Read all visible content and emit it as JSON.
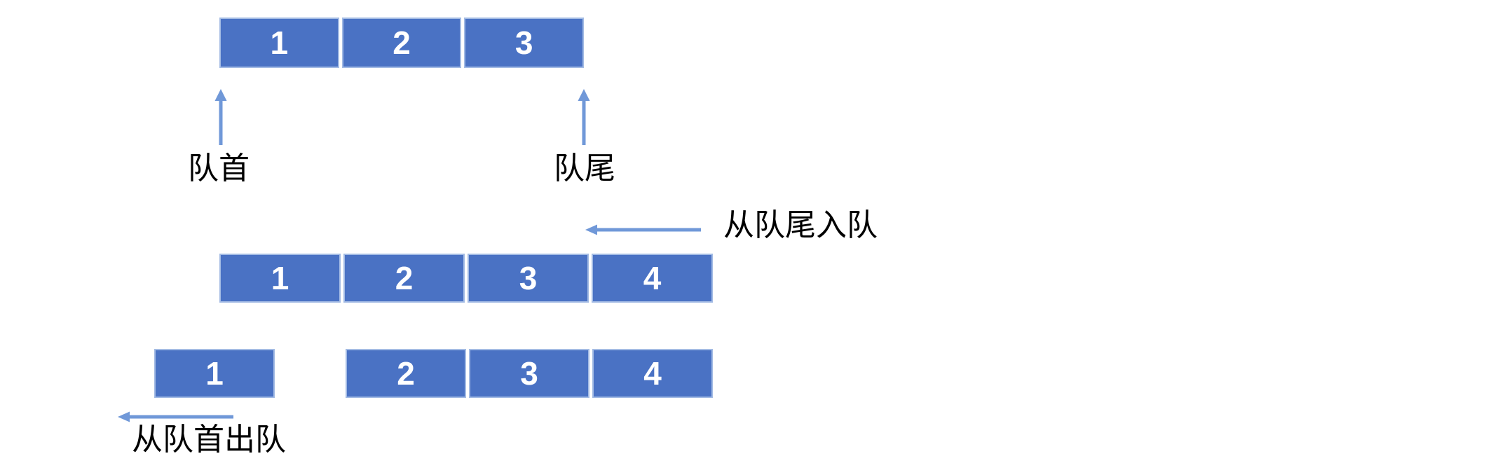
{
  "diagram": {
    "labels": {
      "front": "队首",
      "rear": "队尾",
      "enqueue_from_rear": "从队尾入队",
      "dequeue_from_front": "从队首出队"
    },
    "queues": {
      "initial": {
        "cells": [
          "1",
          "2",
          "3"
        ]
      },
      "after_enqueue": {
        "cells": [
          "1",
          "2",
          "3",
          "4"
        ]
      },
      "dequeued_item": {
        "cells": [
          "1"
        ]
      },
      "after_dequeue": {
        "cells": [
          "2",
          "3",
          "4"
        ]
      }
    },
    "colors": {
      "cell_fill": "#4a72c4",
      "cell_border": "#a3bbe4",
      "cell_text": "#ffffff",
      "arrow": "#7098d8",
      "label_text": "#000000",
      "background": "#ffffff"
    }
  }
}
